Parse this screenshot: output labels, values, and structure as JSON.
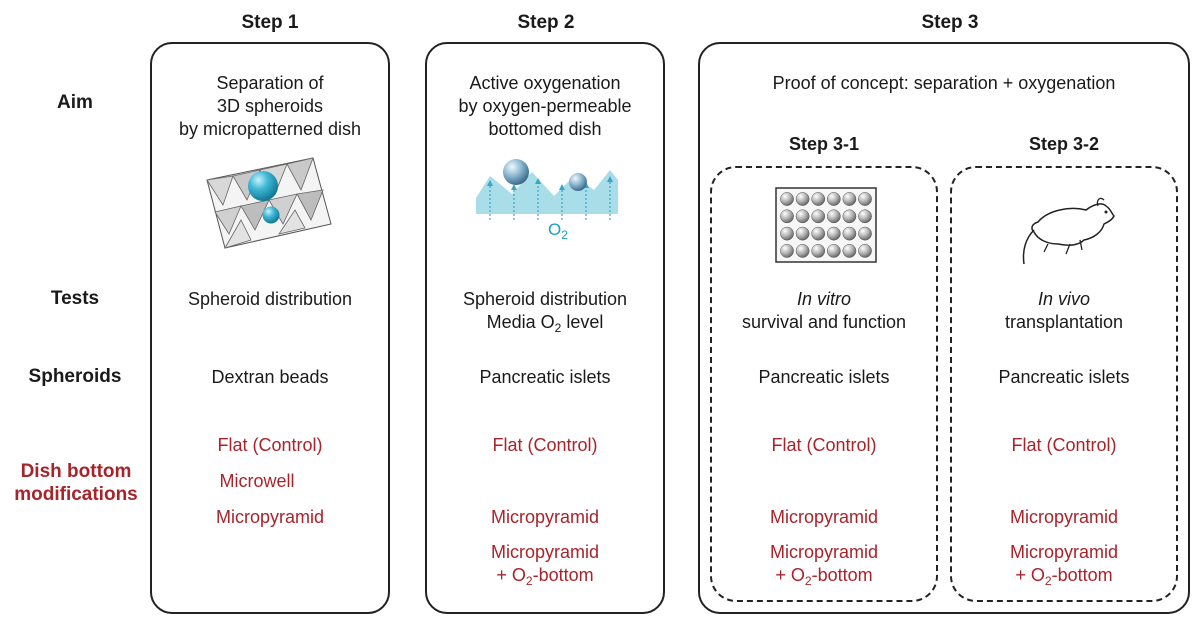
{
  "rows": {
    "aim": "Aim",
    "tests": "Tests",
    "spheroids": "Spheroids",
    "dish_line1": "Dish bottom",
    "dish_line2": "modifications"
  },
  "step1": {
    "title": "Step 1",
    "aim": [
      "Separation of",
      "3D spheroids",
      "by micropatterned dish"
    ],
    "tests": "Spheroid distribution",
    "spheroids": "Dextran beads",
    "mods": [
      "Flat (Control)",
      "Microwell",
      "Micropyramid"
    ]
  },
  "step2": {
    "title": "Step 2",
    "aim": [
      "Active oxygenation",
      "by oxygen-permeable",
      "bottomed dish"
    ],
    "o2_label": "O",
    "o2_sub": "2",
    "tests_line1": "Spheroid distribution",
    "tests_line2_pre": "Media O",
    "tests_line2_sub": "2",
    "tests_line2_post": " level",
    "spheroids": "Pancreatic islets",
    "mods": [
      "Flat (Control)",
      "Micropyramid",
      "Micropyramid"
    ],
    "mod_o2_pre": "+ O",
    "mod_o2_sub": "2",
    "mod_o2_post": "-bottom"
  },
  "step3": {
    "title": "Step 3",
    "aim": "Proof of concept: separation + oxygenation",
    "sub1": {
      "title": "Step 3-1",
      "tests_italic": "In vitro",
      "tests_line2": "survival and function",
      "spheroids": "Pancreatic islets",
      "mods": [
        "Flat (Control)",
        "Micropyramid",
        "Micropyramid"
      ],
      "mod_o2_pre": "+ O",
      "mod_o2_sub": "2",
      "mod_o2_post": "-bottom"
    },
    "sub2": {
      "title": "Step 3-2",
      "tests_italic": "In vivo",
      "tests_line2": "transplantation",
      "spheroids": "Pancreatic islets",
      "mods": [
        "Flat (Control)",
        "Micropyramid",
        "Micropyramid"
      ],
      "mod_o2_pre": "+ O",
      "mod_o2_sub": "2",
      "mod_o2_post": "-bottom"
    }
  },
  "colors": {
    "accent_red": "#a8242b",
    "sphere_cyan": "#3fb8d6",
    "o2_teal": "#1a9fc4"
  }
}
